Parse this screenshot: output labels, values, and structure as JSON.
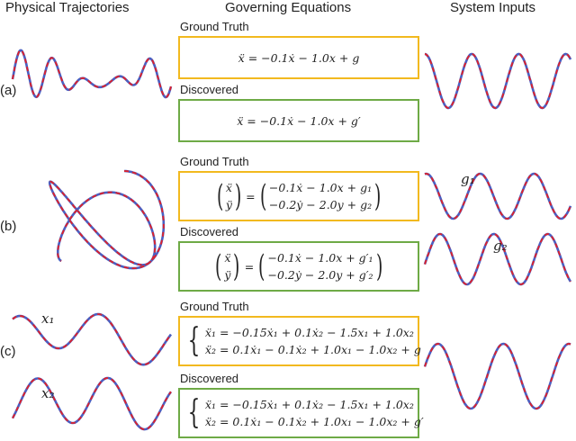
{
  "headers": {
    "trajectories": "Physical Trajectories",
    "equations": "Governing Equations",
    "inputs": "System Inputs"
  },
  "rows": {
    "a": {
      "label": "(a)",
      "gt_label": "Ground Truth",
      "gt_eq": "ẍ = −0.1ẋ − 1.0x + g",
      "disc_label": "Discovered",
      "disc_eq": "ẍ = −0.1ẋ − 1.0x + g′"
    },
    "b": {
      "label": "(b)",
      "gt_label": "Ground Truth",
      "gt_lhs": [
        "ẍ",
        "ÿ"
      ],
      "gt_rhs": [
        "−0.1ẋ − 1.0x + g₁",
        "−0.2ẏ − 2.0y + g₂"
      ],
      "disc_label": "Discovered",
      "disc_lhs": [
        "ẍ",
        "ÿ"
      ],
      "disc_rhs": [
        "−0.1ẋ − 1.0x + g′₁",
        "−0.2ẏ − 2.0y + g′₂"
      ],
      "input1": "g₁",
      "input2": "g₂"
    },
    "c": {
      "label": "(c)",
      "traj1": "x₁",
      "traj2": "x₂",
      "gt_label": "Ground Truth",
      "gt_eq": [
        "ẍ₁ = −0.15ẋ₁ + 0.1ẋ₂ − 1.5x₁ + 1.0x₂",
        "ẍ₂ = 0.1ẋ₁ − 0.1ẋ₂ + 1.0x₁ − 1.0x₂ + g"
      ],
      "disc_label": "Discovered",
      "disc_eq": [
        "ẍ₁ = −0.15ẋ₁ + 0.1ẋ₂ − 1.5x₁ + 1.0x₂",
        "ẍ₂ = 0.1ẋ₁ − 0.1ẋ₂ + 1.0x₁ − 1.0x₂ + g′"
      ]
    }
  },
  "colors": {
    "truth_line": "#4a5fc1",
    "discovered_line": "#e0202a",
    "gt_border": "#f2b91f",
    "disc_border": "#6eaa46"
  }
}
